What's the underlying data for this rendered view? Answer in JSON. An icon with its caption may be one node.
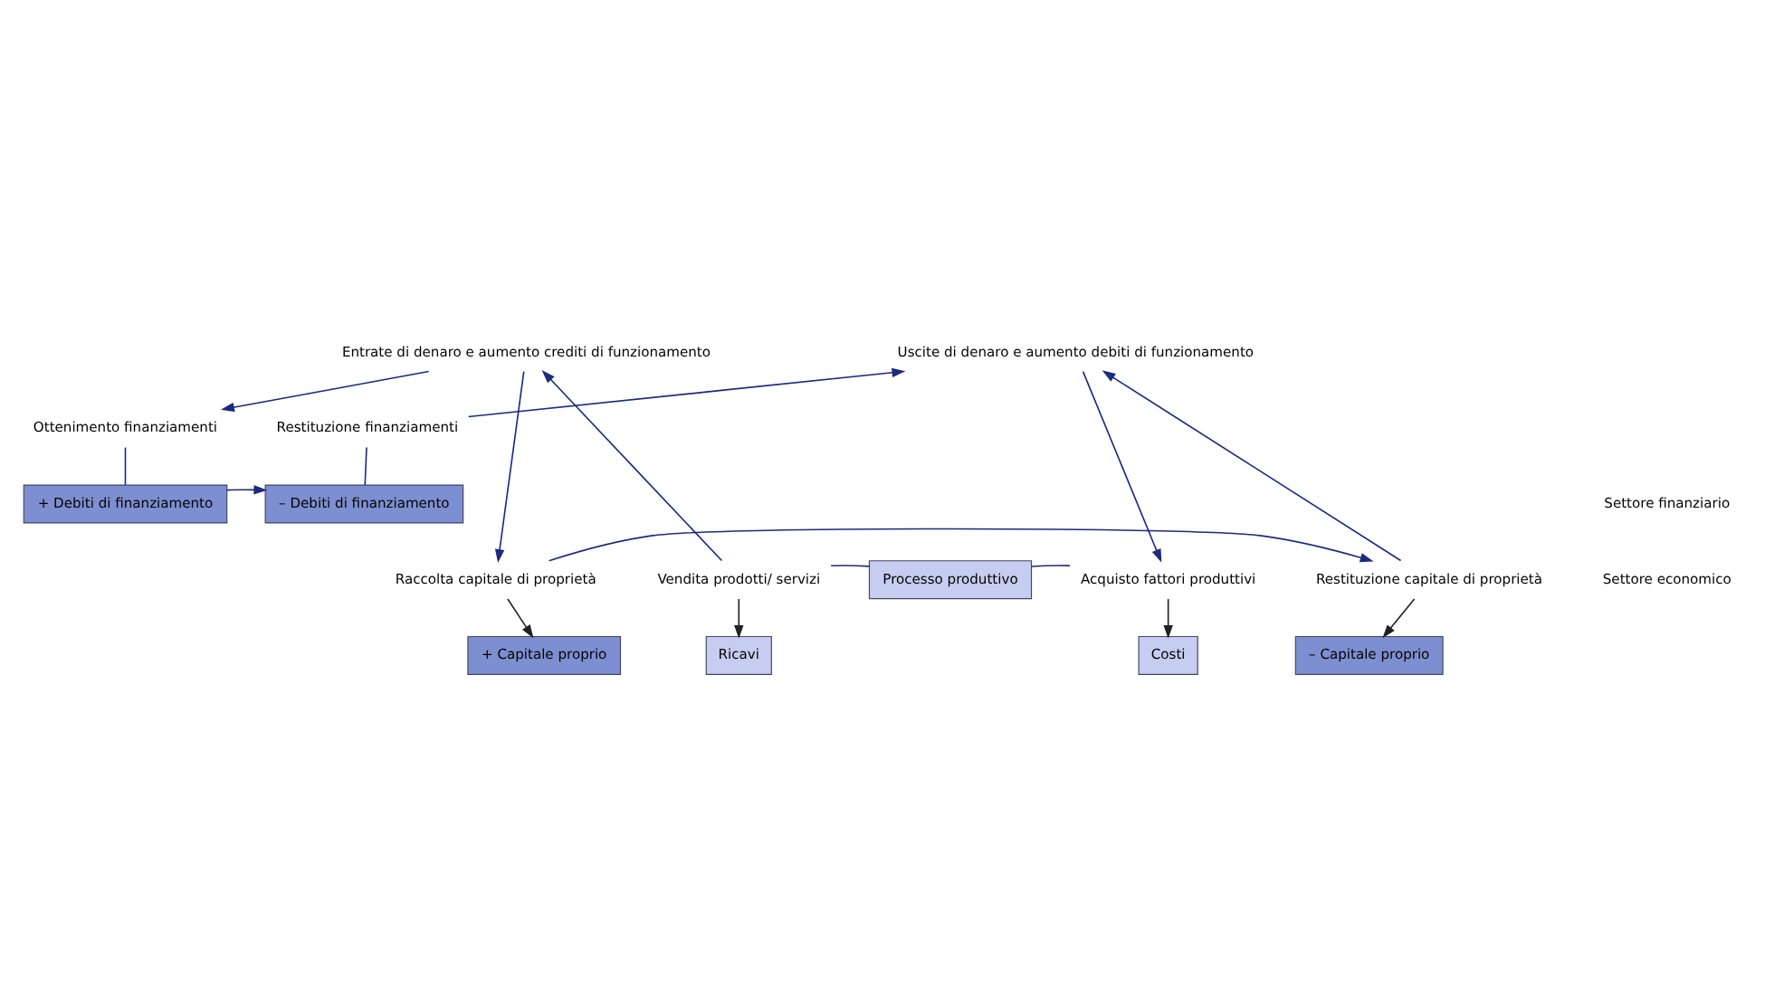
{
  "diagram": {
    "nodes": [
      {
        "text": [
          "Entrate di denaro e aumento crediti di funzionamento"
        ]
      },
      {
        "text": [
          "Uscite di denaro e aumento debiti di funzionamento"
        ]
      },
      {
        "text": [
          "Ottenimento finanziamenti"
        ]
      },
      {
        "text": [
          "Restituzione finanziamenti"
        ]
      },
      {
        "text": [
          "+ Debiti di finanziamento"
        ]
      },
      {
        "text": [
          "– Debiti di finanziamento"
        ]
      },
      {
        "text": [
          "Vendita prodotti/ servizi"
        ]
      },
      {
        "text": [
          "Processo produttivo"
        ]
      },
      {
        "text": [
          "Acquisto fattori produttivi"
        ]
      },
      {
        "text": [
          "Raccolta capitale di proprietà"
        ]
      },
      {
        "text": [
          "Restituzione capitale di proprietà"
        ]
      },
      {
        "text": [
          "+ Capitale proprio"
        ]
      },
      {
        "text": [
          "Ricavi"
        ]
      },
      {
        "text": [
          "Costi"
        ]
      },
      {
        "text": [
          "– Capitale proprio"
        ]
      }
    ],
    "edges": [
      {
        "from": 0,
        "to": 9,
        "arrow": "to"
      },
      {
        "from": 0,
        "to": 2,
        "arrow": "to"
      },
      {
        "from": 2,
        "to": 4,
        "arrow": "none"
      },
      {
        "from": 6,
        "to": 0,
        "arrow": "to"
      },
      {
        "from": 1,
        "to": 8,
        "arrow": "to"
      },
      {
        "from": 3,
        "to": 1,
        "arrow": "to"
      },
      {
        "from": 10,
        "to": 1,
        "arrow": "to"
      },
      {
        "from": 5,
        "to": 3,
        "arrow": "none"
      },
      {
        "from": 4,
        "to": 5,
        "arrow": "to"
      },
      {
        "from": 6,
        "to": 7,
        "arrow": "none"
      },
      {
        "from": 8,
        "to": 7,
        "arrow": "none"
      },
      {
        "from": 9,
        "to": 10,
        "arrow": "to"
      },
      {
        "from": 9,
        "to": 11,
        "arrow": "to",
        "color": "#222222"
      },
      {
        "from": 6,
        "to": 12,
        "arrow": "to",
        "color": "#222222"
      },
      {
        "from": 8,
        "to": 13,
        "arrow": "to",
        "color": "#222222"
      },
      {
        "from": 10,
        "to": 14,
        "arrow": "to",
        "color": "#222222"
      }
    ],
    "labels": [
      "Settore finanziario",
      "Settore economico"
    ]
  }
}
